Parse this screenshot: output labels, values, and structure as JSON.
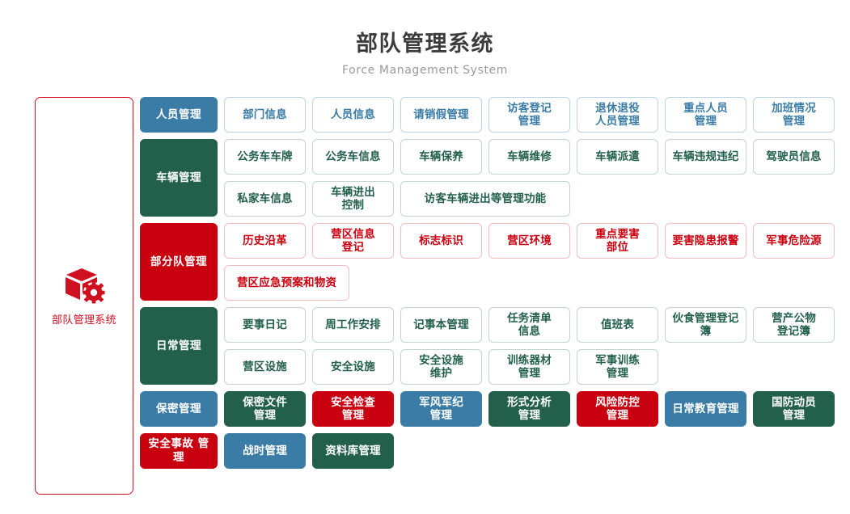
{
  "header": {
    "title_cn": "部队管理系统",
    "title_en": "Force Management System"
  },
  "sidebar": {
    "icon": "cube-gear-icon",
    "label": "部队管理系统",
    "accent_color": "#cf1020"
  },
  "colors": {
    "blue": "#3a7ca5",
    "green": "#23604b",
    "red": "#c8000f",
    "blue_border": "#bcd4e3",
    "green_border": "#c3d5ce",
    "red_border": "#f0bdc1",
    "title_text": "#3c3c3c",
    "subtitle_text": "#9a9a9a"
  },
  "sections": [
    {
      "header": "人员管理",
      "header_style": "blue",
      "item_style": "out-blue",
      "rows": [
        [
          {
            "label": "部门信息",
            "span": 1
          },
          {
            "label": "人员信息",
            "span": 1
          },
          {
            "label": "请销假管理",
            "span": 1
          },
          {
            "label": "访客登记\n管理",
            "span": 1
          },
          {
            "label": "退休退役\n人员管理",
            "span": 1
          },
          {
            "label": "重点人员\n管理",
            "span": 1
          },
          {
            "label": "加班情况\n管理",
            "span": 1
          }
        ]
      ]
    },
    {
      "header": "车辆管理",
      "header_style": "green",
      "item_style": "out-green",
      "rows": [
        [
          {
            "label": "公务车车牌",
            "span": 1
          },
          {
            "label": "公务车信息",
            "span": 1
          },
          {
            "label": "车辆保养",
            "span": 1
          },
          {
            "label": "车辆维修",
            "span": 1
          },
          {
            "label": "车辆派遣",
            "span": 1
          },
          {
            "label": "车辆违规违纪",
            "span": 1
          },
          {
            "label": "驾驶员信息",
            "span": 1
          }
        ],
        [
          {
            "label": "私家车信息",
            "span": 1
          },
          {
            "label": "车辆进出\n控制",
            "span": 1
          },
          {
            "label": "访客车辆进出等管理功能",
            "span": 2
          }
        ]
      ]
    },
    {
      "header": "部分队管理",
      "header_style": "red",
      "item_style": "out-red",
      "rows": [
        [
          {
            "label": "历史沿革",
            "span": 1
          },
          {
            "label": "营区信息\n登记",
            "span": 1
          },
          {
            "label": "标志标识",
            "span": 1
          },
          {
            "label": "营区环境",
            "span": 1
          },
          {
            "label": "重点要害\n部位",
            "span": 1
          },
          {
            "label": "要害隐患报警",
            "span": 1
          },
          {
            "label": "军事危险源",
            "span": 1
          }
        ],
        [
          {
            "label": "营区应急预案和物资",
            "span": 1.5
          }
        ]
      ]
    },
    {
      "header": "日常管理",
      "header_style": "green",
      "item_style": "out-green",
      "rows": [
        [
          {
            "label": "要事日记",
            "span": 1
          },
          {
            "label": "周工作安排",
            "span": 1
          },
          {
            "label": "记事本管理",
            "span": 1
          },
          {
            "label": "任务清单\n信息",
            "span": 1
          },
          {
            "label": "值班表",
            "span": 1
          },
          {
            "label": "伙食管理登记簿",
            "span": 1
          },
          {
            "label": "营产公物\n登记簿",
            "span": 1
          }
        ],
        [
          {
            "label": "营区设施",
            "span": 1
          },
          {
            "label": "安全设施",
            "span": 1
          },
          {
            "label": "安全设施\n维护",
            "span": 1
          },
          {
            "label": "训练器材\n管理",
            "span": 1
          },
          {
            "label": "军事训练\n管理",
            "span": 1
          }
        ]
      ]
    },
    {
      "header": "保密管理",
      "header_style": "blue",
      "item_style": "mixed",
      "rows": [
        [
          {
            "label": "保密文件\n管理",
            "span": 1,
            "style": "fill-green"
          },
          {
            "label": "安全检查\n管理",
            "span": 1,
            "style": "fill-red"
          },
          {
            "label": "军风军纪\n管理",
            "span": 1,
            "style": "fill-blue"
          },
          {
            "label": "形式分析\n管理",
            "span": 1,
            "style": "fill-green"
          },
          {
            "label": "风险防控\n管理",
            "span": 1,
            "style": "fill-red"
          },
          {
            "label": "日常教育管理",
            "span": 1,
            "style": "fill-blue"
          },
          {
            "label": "国防动员\n管理",
            "span": 1,
            "style": "fill-green"
          }
        ]
      ]
    },
    {
      "header": "安全事故\n管理",
      "header_style": "red",
      "item_style": "mixed",
      "rows": [
        [
          {
            "label": "战时管理",
            "span": 1,
            "style": "fill-blue"
          },
          {
            "label": "资料库管理",
            "span": 1,
            "style": "fill-green"
          }
        ]
      ]
    }
  ]
}
